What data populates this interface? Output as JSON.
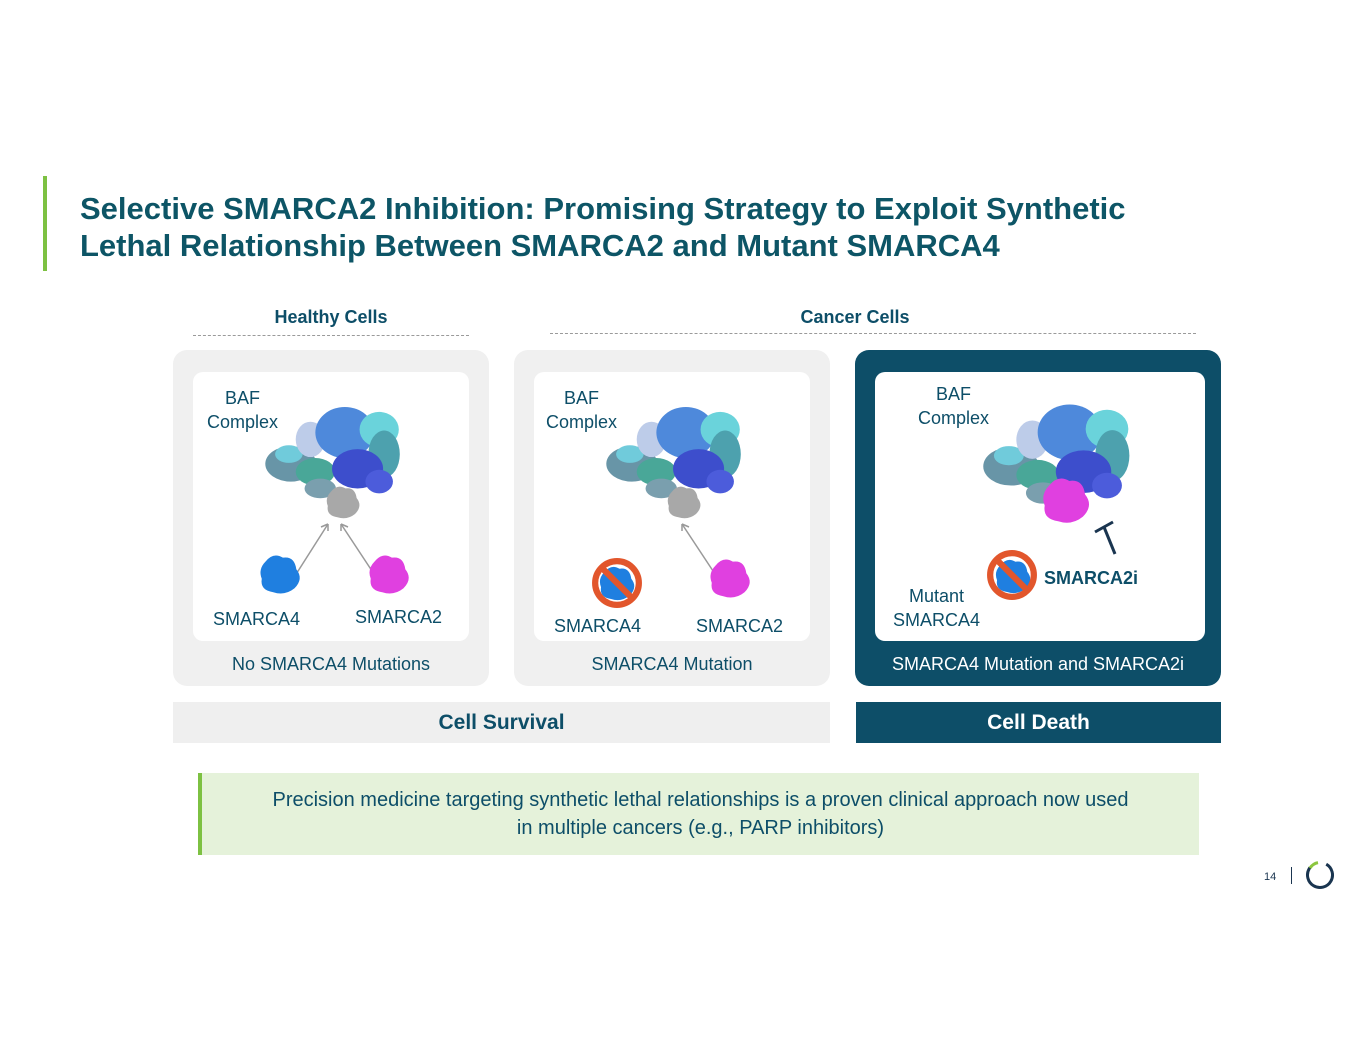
{
  "title": {
    "line1": "Selective SMARCA2 Inhibition: Promising Strategy to Exploit Synthetic",
    "line2": "Lethal Relationship Between SMARCA2 and Mutant SMARCA4"
  },
  "sections": {
    "healthy": "Healthy Cells",
    "cancer": "Cancer Cells"
  },
  "panels": [
    {
      "complex_label_1": "BAF",
      "complex_label_2": "Complex",
      "left_label": "SMARCA4",
      "right_label": "SMARCA2",
      "caption": "No SMARCA4 Mutations"
    },
    {
      "complex_label_1": "BAF",
      "complex_label_2": "Complex",
      "left_label": "SMARCA4",
      "right_label": "SMARCA2",
      "caption": "SMARCA4 Mutation"
    },
    {
      "complex_label_1": "BAF",
      "complex_label_2": "Complex",
      "left_label_1": "Mutant",
      "left_label_2": "SMARCA4",
      "inhibitor_label": "SMARCA2i",
      "caption": "SMARCA4 Mutation and SMARCA2i"
    }
  ],
  "outcomes": {
    "survival": "Cell Survival",
    "death": "Cell Death"
  },
  "callout": {
    "line1": "Precision medicine targeting synthetic lethal relationships is a proven clinical approach now used",
    "line2": "in multiple cancers (e.g., PARP inhibitors)"
  },
  "footer": {
    "page_number": "14"
  },
  "colors": {
    "brand_dark": "#0d4e68",
    "accent_green": "#7dc142",
    "callout_bg": "#e5f2da",
    "smarca4": "#1f7fe0",
    "smarca2": "#e040e0",
    "prohibit": "#e2562c"
  }
}
